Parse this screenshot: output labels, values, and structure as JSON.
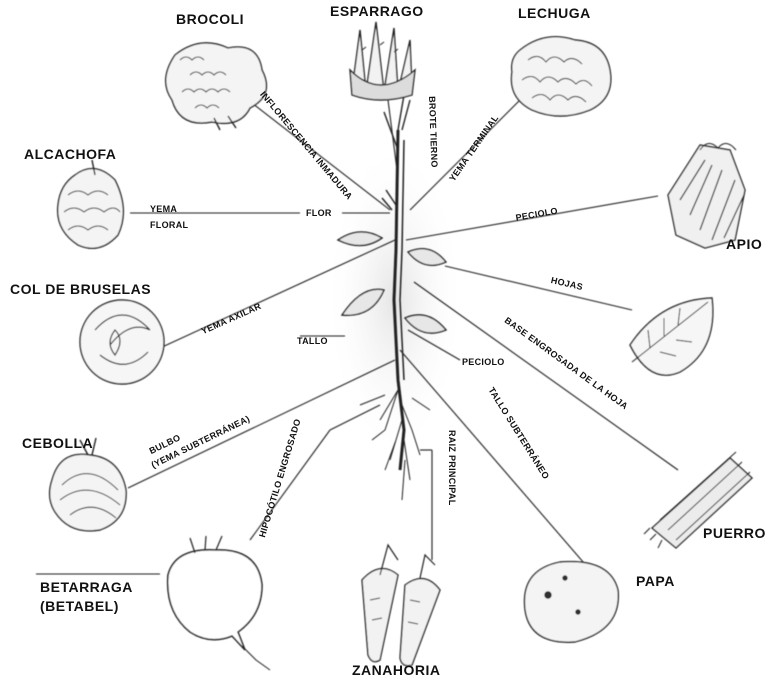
{
  "vegetables": {
    "brocoli": "BROCOLI",
    "esparrago": "ESPARRAGO",
    "lechuga": "LECHUGA",
    "alcachofa": "ALCACHOFA",
    "apio": "APIO",
    "col_de_bruselas": "COL DE BRUSELAS",
    "cebolla": "CEBOLLA",
    "betarraga": "BETARRAGA",
    "betarraga_alt": "(BETABEL)",
    "zanahoria": "ZANAHORIA",
    "papa": "PAPA",
    "puerro": "PUERRO"
  },
  "parts": {
    "brocoli": "INFLORESCENCIA INMADURA",
    "esparrago": "BROTE TIERNO",
    "lechuga": "YEMA TERMINAL",
    "alcachofa_1": "YEMA",
    "alcachofa_2": "FLORAL",
    "flor": "FLOR",
    "apio": "PECIOLO",
    "col_de_bruselas": "YEMA AXILAR",
    "hojas": "HOJAS",
    "tallo": "TALLO",
    "peciolo": "PECIOLO",
    "puerro": "BASE ENGROSADA DE LA HOJA",
    "cebolla_1": "BULBO",
    "cebolla_2": "(YEMA SUBTERRÁNEA)",
    "betarraga": "HIPOCÓTILO ENGROSADO",
    "papa": "TALLO SUBTERRÁNEO",
    "zanahoria": "RAIZ PRINCIPAL"
  }
}
